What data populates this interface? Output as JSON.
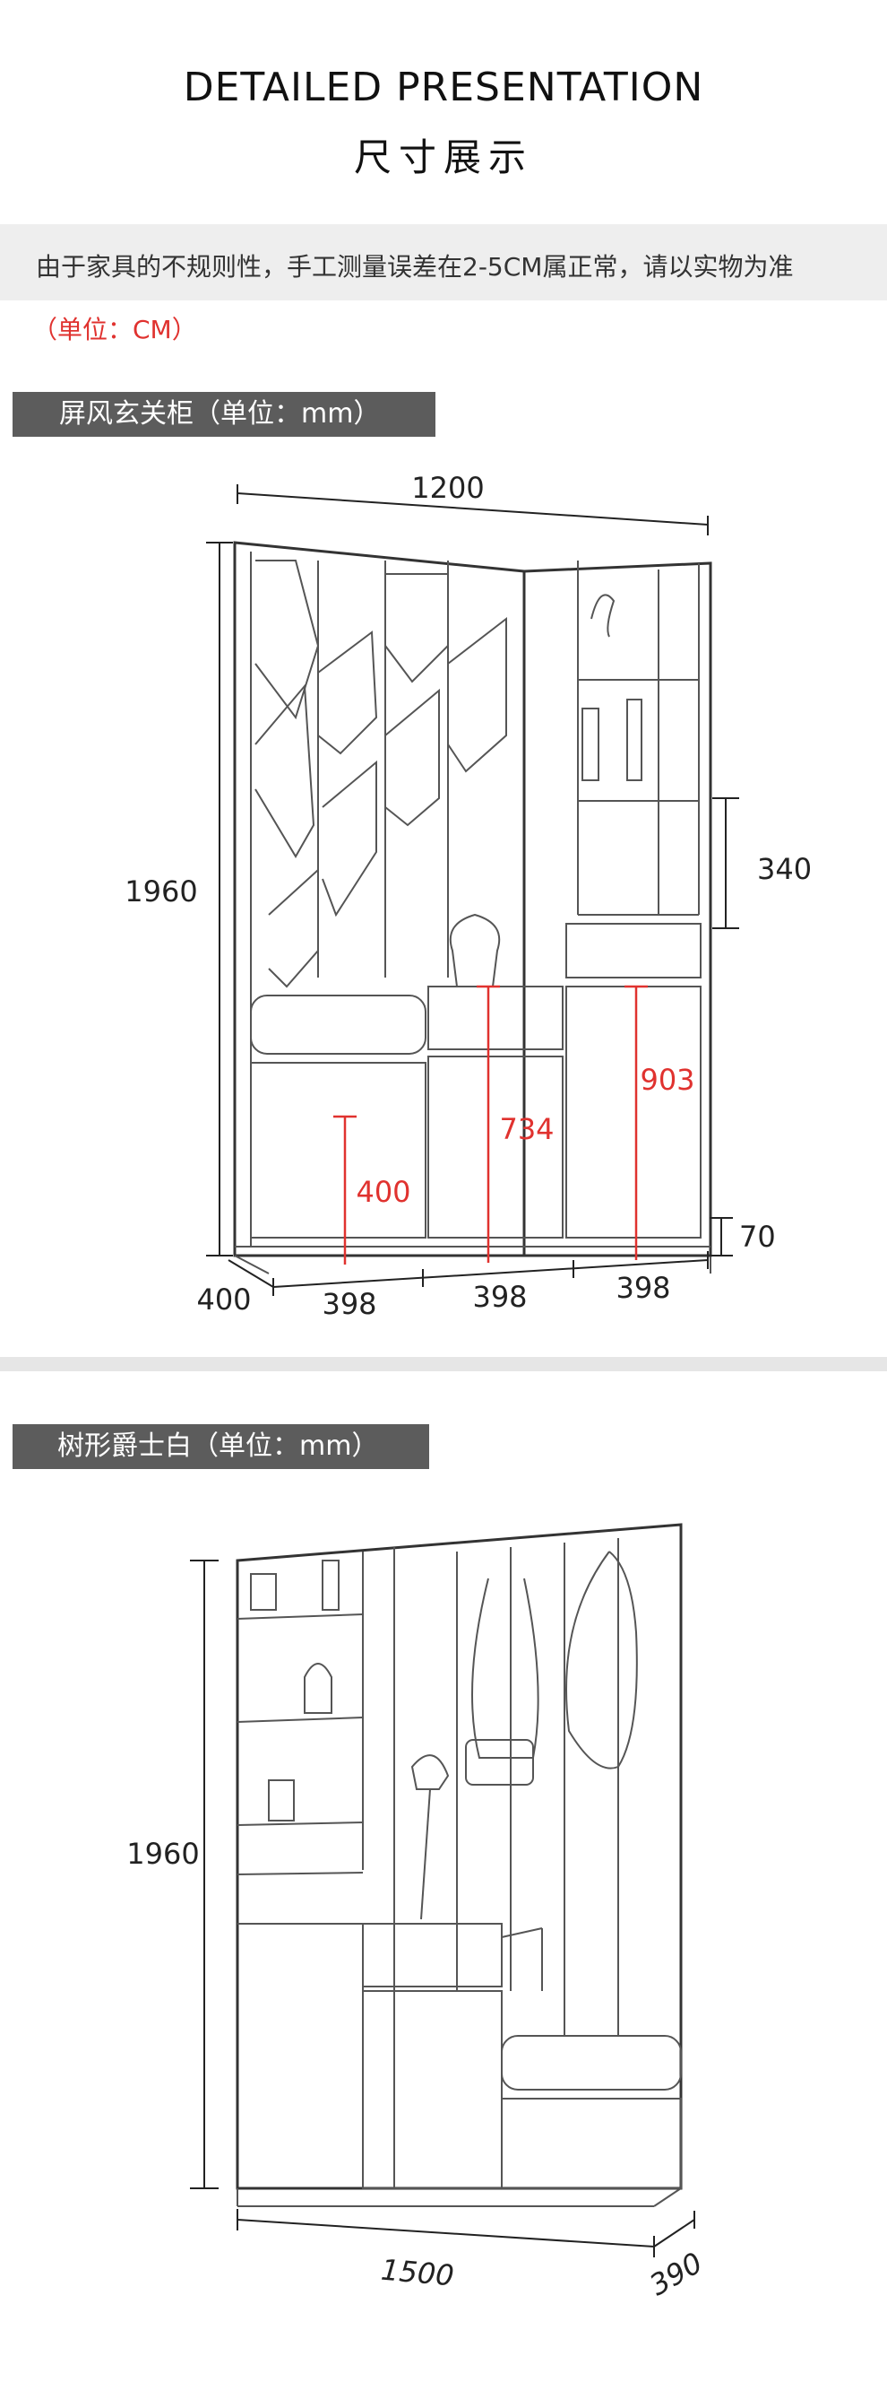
{
  "header": {
    "title_en": "DETAILED PRESENTATION",
    "title_cn": "尺寸展示"
  },
  "notice": {
    "text": "由于家具的不规则性，手工测量误差在2-5CM属正常，请以实物为准",
    "unit": "（单位：CM）"
  },
  "section1": {
    "label": "屏风玄关柜（单位：mm）",
    "dims": {
      "width": "1200",
      "height": "1960",
      "shelf_height": "340",
      "base_height": "70",
      "depth": "400",
      "module_widths": [
        "398",
        "398",
        "398"
      ],
      "seat_height": "400",
      "counter_height": "734",
      "cabinet_height": "903"
    }
  },
  "section2": {
    "label": "树形爵士白（单位：mm）",
    "dims": {
      "height": "1960",
      "width": "1500",
      "depth": "390"
    }
  },
  "colors": {
    "accent_red": "#e0322f",
    "label_bg": "#5c5c5c",
    "notice_bg": "#eeeeee"
  }
}
